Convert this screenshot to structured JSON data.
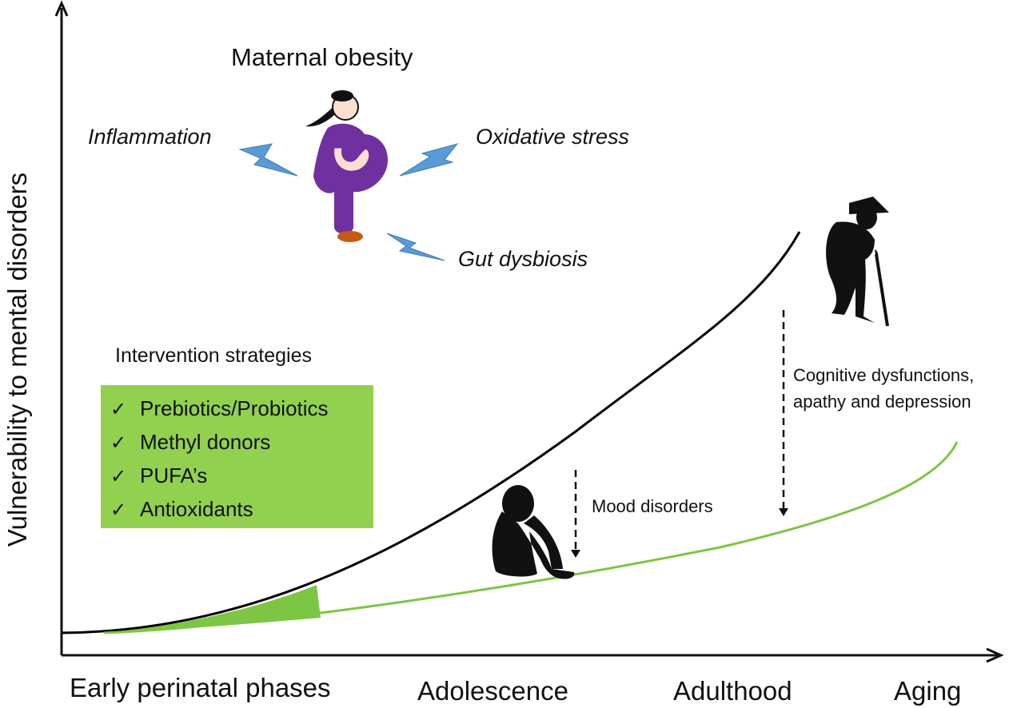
{
  "y_axis_label": "Vulnerability to mental disorders",
  "x_axis_labels": [
    "Early perinatal phases",
    "Adolescence",
    "Adulthood",
    "Aging"
  ],
  "title": "Maternal obesity",
  "factors": [
    "Inflammation",
    "Oxidative stress",
    "Gut dysbiosis"
  ],
  "intervention": {
    "title": "Intervention strategies",
    "items": [
      "Prebiotics/Probiotics",
      "Methyl donors",
      "PUFA’s",
      "Antioxidants"
    ],
    "check_glyph": "✓",
    "box_color": "#92d050"
  },
  "annotations": {
    "mood": "Mood disorders",
    "cognitive_line1": "Cognitive dysfunctions,",
    "cognitive_line2": "apathy and depression"
  },
  "colors": {
    "curve_black": "#000000",
    "curve_green": "#7cc644",
    "fill_green": "#7cc644",
    "lightning": "#5b9bd5",
    "mother_body": "#7030a0",
    "mother_skin": "#fbe0d0",
    "mother_shoe": "#c55a11"
  },
  "icons": [
    "lightning-icon",
    "pregnant-woman-icon",
    "sitting-child-icon",
    "elderly-person-icon",
    "checkmark-icon"
  ]
}
